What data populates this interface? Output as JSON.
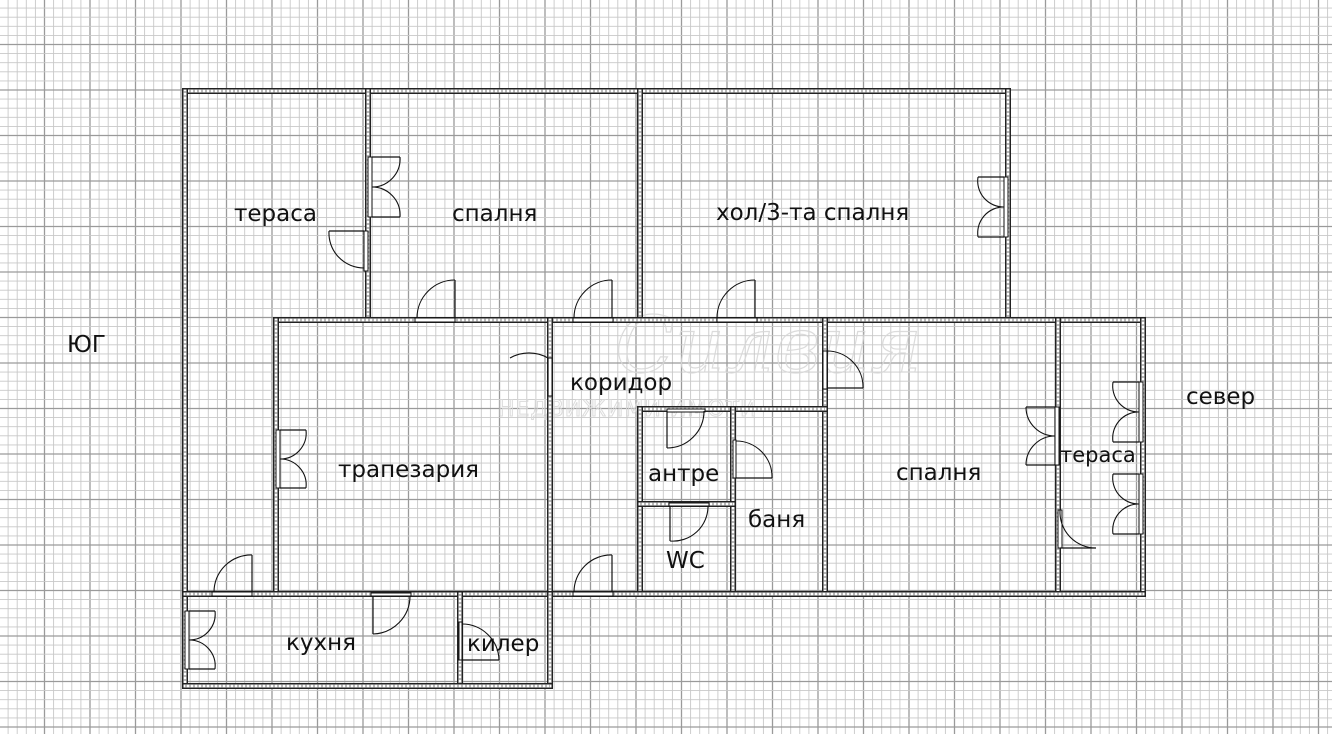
{
  "plan": {
    "title": "Floor plan",
    "orientation": {
      "south": "ЮГ",
      "north": "север"
    },
    "rooms": [
      {
        "id": "terrace-south",
        "label": "тераса"
      },
      {
        "id": "bedroom-1",
        "label": "спалня"
      },
      {
        "id": "hall-bedroom-3",
        "label": "хол/3-та спалня"
      },
      {
        "id": "corridor",
        "label": "коридор"
      },
      {
        "id": "dining",
        "label": "трапезария"
      },
      {
        "id": "entrance",
        "label": "антре"
      },
      {
        "id": "wc",
        "label": "WC"
      },
      {
        "id": "bathroom",
        "label": "баня"
      },
      {
        "id": "bedroom-2",
        "label": "спалня"
      },
      {
        "id": "terrace-north",
        "label": "тераса"
      },
      {
        "id": "kitchen",
        "label": "кухня"
      },
      {
        "id": "pantry",
        "label": "килер"
      }
    ],
    "watermark": {
      "script": "Силвия",
      "caption": "НЕДВИЖИМИ ИМОТИ"
    },
    "colors": {
      "background": "#ffffff",
      "grid_minor": "#c8c8c8",
      "grid_major": "#9a9a9a",
      "wall": "#222222",
      "text": "#111111"
    }
  }
}
